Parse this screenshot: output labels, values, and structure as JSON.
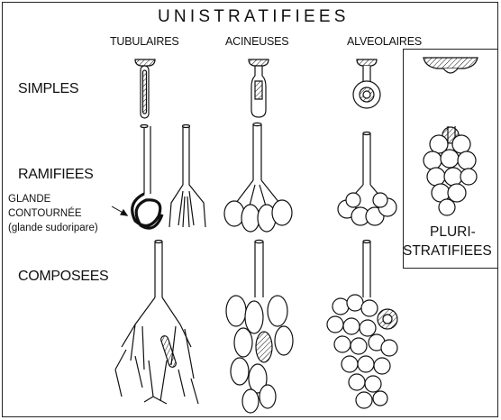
{
  "title": "UNISTRATIFIEES",
  "columns": {
    "tubulaires": "TUBULAIRES",
    "acineuses": "ACINEUSES",
    "alveolaires": "ALVEOLAIRES"
  },
  "rows": {
    "simples": "SIMPLES",
    "ramifiees": "RAMIFIEES",
    "composees": "COMPOSEES"
  },
  "annotation": {
    "line1": "GLANDE",
    "line2": "CONTOURNÉE",
    "line3": "(glande sudoripare)"
  },
  "pluri": {
    "line1": "PLURI-",
    "line2": "STRATIFIEES"
  }
}
